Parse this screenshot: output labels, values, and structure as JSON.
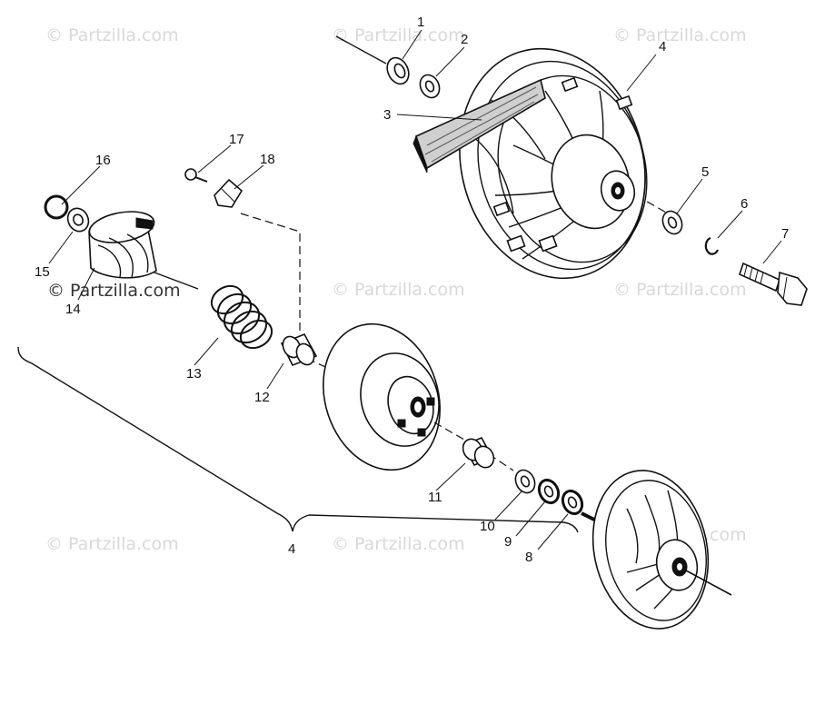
{
  "watermark": "© Partzilla.com",
  "callouts": [
    "1",
    "2",
    "3",
    "4",
    "5",
    "6",
    "7",
    "8",
    "9",
    "10",
    "11",
    "12",
    "13",
    "14",
    "15",
    "16",
    "17",
    "18"
  ],
  "assembly_label": "4",
  "colors": {
    "ink": "#111111",
    "watermark": "#d8d8d8",
    "background": "#ffffff"
  }
}
